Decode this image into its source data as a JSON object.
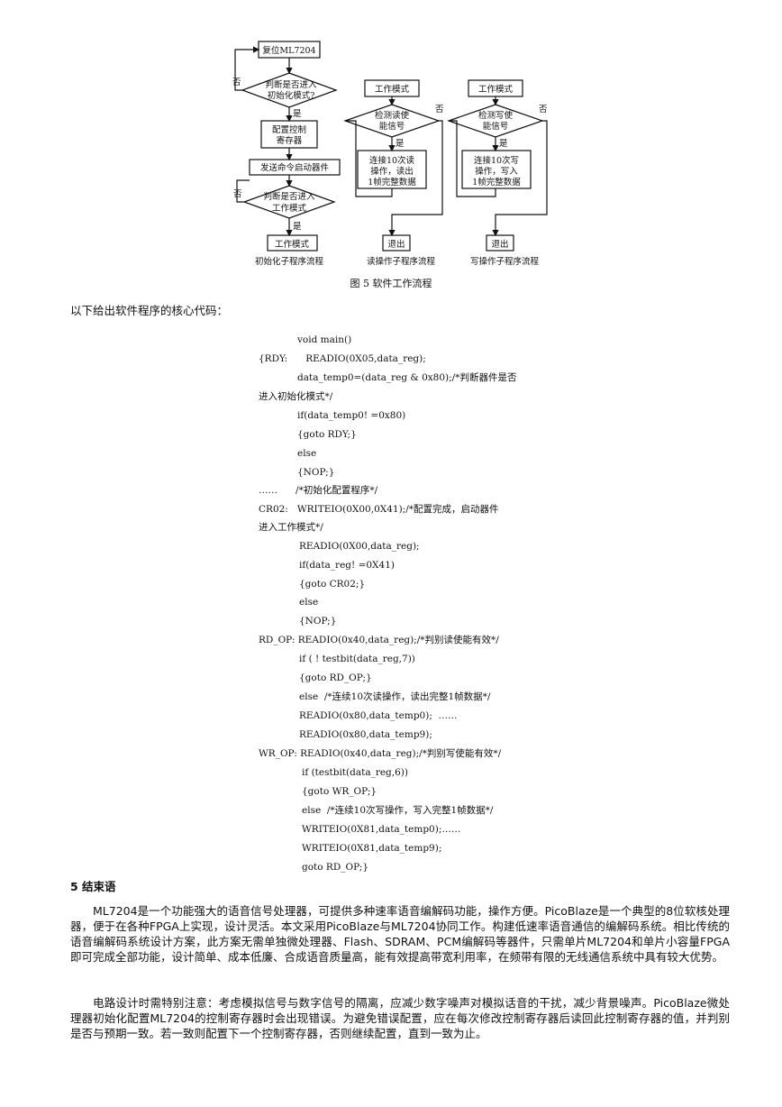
{
  "figure": {
    "caption": "图 5   软件工作流程",
    "init": {
      "reset": "复位ML7204",
      "check_init_l1": "判断是否进入",
      "check_init_l2": "初始化模式?",
      "no": "否",
      "yes": "是",
      "config_l1": "配置控制",
      "config_l2": "寄存器",
      "send_cmd": "发送命令启动器件",
      "check_work_l1": "判断是否进入",
      "check_work_l2": "工作模式",
      "work_mode": "工作模式",
      "label": "初始化子程序流程"
    },
    "read": {
      "work_mode": "工作模式",
      "detect_l1": "检测读使",
      "detect_l2": "能信号",
      "no": "否",
      "yes": "是",
      "op_l1": "连接10次读",
      "op_l2": "操作，读出",
      "op_l3": "1帧完整数据",
      "exit": "退出",
      "label": "读操作子程序流程"
    },
    "write": {
      "work_mode": "工作模式",
      "detect_l1": "检测写使",
      "detect_l2": "能信号",
      "no": "否",
      "yes": "是",
      "op_l1": "连接10次写",
      "op_l2": "操作，写入",
      "op_l3": "1帧完整数据",
      "exit": "退出",
      "label": "写操作子程序流程"
    }
  },
  "intro": "以下给出软件程序的核心代码：",
  "code_lines": [
    "void main()",
    "{RDY:      READIO(0X05,data_reg);",
    "data_temp0=(data_reg & 0x80);/*判断器件是否",
    "进入初始化模式*/",
    "if(data_temp0! =0x80)",
    "{goto RDY;}",
    "else",
    "{NOP;}",
    "……      /*初始化配置程序*/",
    "CR02:   WRITEIO(0X00,0X41);/*配置完成，启动器件",
    "进入工作模式*/",
    "READIO(0X00,data_reg);",
    "if(data_reg! =0X41)",
    "{goto CR02;}",
    "else",
    "{NOP;}",
    "RD_OP: READIO(0x40,data_reg);/*判别读使能有效*/",
    "if ( ! testbit(data_reg,7))",
    "{goto RD_OP;}",
    "else  /*连续10次读操作，读出完整1帧数据*/",
    "READIO(0x80,data_temp0);  ……",
    "READIO(0x80,data_temp9);",
    "WR_OP: READIO(0x40,data_reg);/*判别写使能有效*/",
    "if (testbit(data_reg,6))",
    "{goto WR_OP;}",
    "else  /*连续10次写操作，写入完整1帧数据*/",
    "WRITEIO(0X81,data_temp0);……",
    "WRITEIO(0X81,data_temp9);",
    "goto RD_OP;}"
  ],
  "section": {
    "heading": "5 结束语",
    "para1": "ML7204是一个功能强大的语音信号处理器，可提供多种速率语音编解码功能，操作方便。PicoBlaze是一个典型的8位软核处理器，便于在各种FPGA上实现，设计灵活。本文采用PicoBlaze与ML7204协同工作。构建低速率语音通信的编解码系统。相比传统的语音编解码系统设计方案，此方案无需单独微处理器、Flash、SDRAM、PCM编解码等器件，只需单片ML7204和单片小容量FPGA即可完成全部功能，设计简单、成本低廉、合成语音质量高，能有效提高带宽利用率，在频带有限的无线通信系统中具有较大优势。",
    "para2": "电路设计时需特别注意：考虑模拟信号与数字信号的隔离，应减少数字噪声对模拟话音的干扰，减少背景噪声。PicoBlaze微处理器初始化配置ML7204的控制寄存器时会出现错误。为避免错误配置，应在每次修改控制寄存器后读回此控制寄存器的值，并判别是否与预期一致。若一致则配置下一个控制寄存器，否则继续配置，直到一致为止。"
  }
}
